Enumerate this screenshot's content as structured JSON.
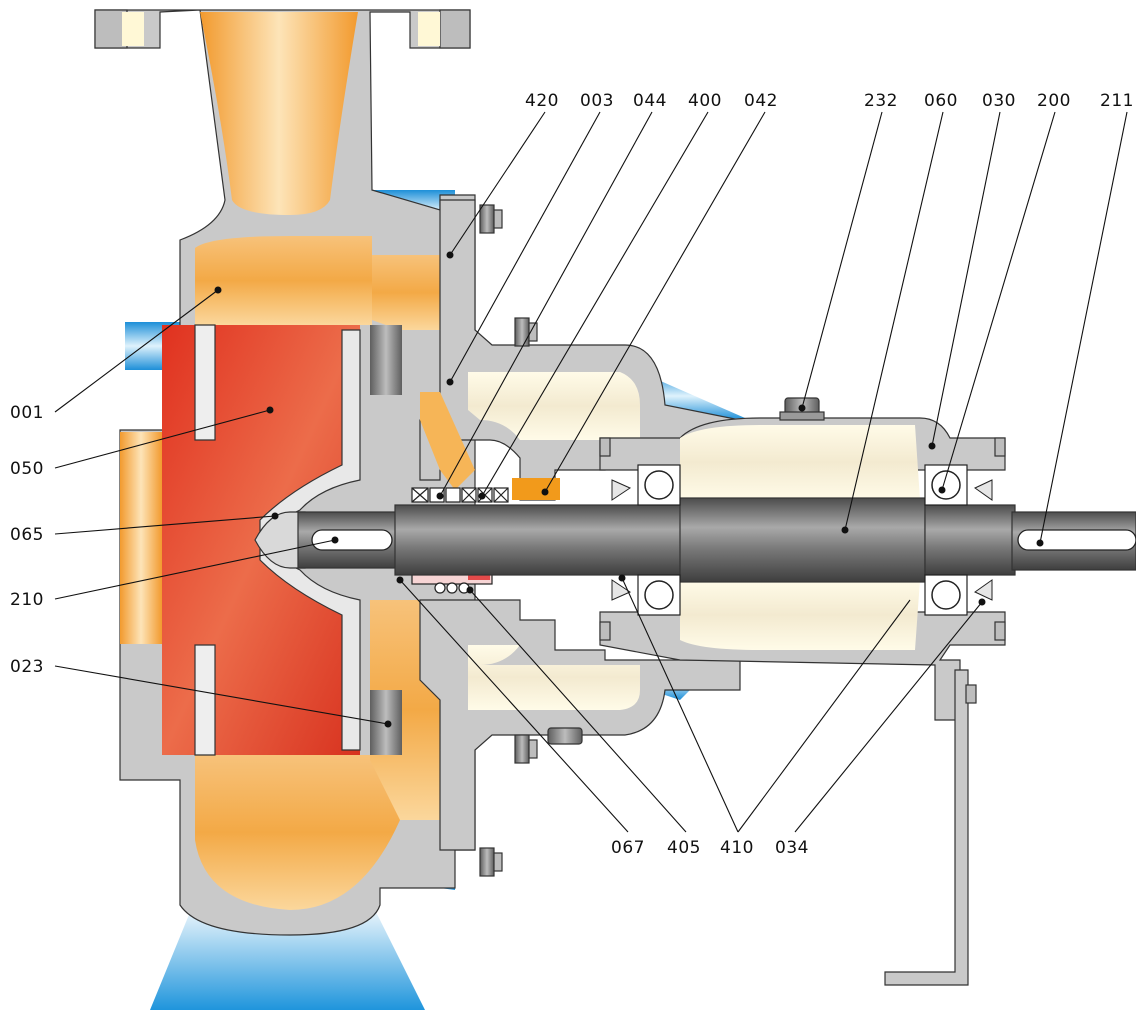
{
  "callouts": {
    "c001": "001",
    "c050": "050",
    "c065": "065",
    "c210": "210",
    "c023": "023",
    "c420": "420",
    "c003": "003",
    "c044": "044",
    "c400": "400",
    "c042": "042",
    "c232": "232",
    "c060": "060",
    "c030": "030",
    "c200": "200",
    "c211": "211",
    "c067": "067",
    "c405": "405",
    "c410": "410",
    "c034": "034"
  },
  "colors": {
    "casing_grey": "#c9c9c9",
    "fluid_orange": "#f5b35a",
    "impeller_red": "#e24a2e",
    "shaft_grey": "#6f6f6f",
    "flange_blue": "#3aa3e0",
    "bearing_cream": "#f6f0d3",
    "seal_orange": "#f29a1b"
  }
}
